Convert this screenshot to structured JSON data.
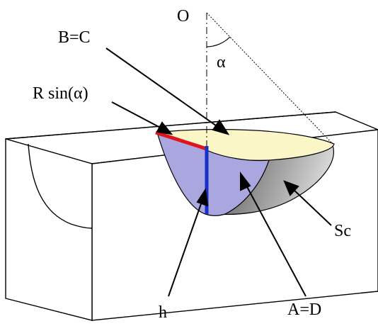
{
  "labels": {
    "origin": "O",
    "angle": "α",
    "point_bc": "B=C",
    "radius_term": "R sin(α)",
    "height": "h",
    "point_ad": "A=D",
    "surface": "Sc"
  },
  "colors": {
    "outline": "#000000",
    "top_face": "#fbf6c7",
    "section_face": "#a9a6e0",
    "curved_surface_dark": "#6b6b6b",
    "curved_surface_light": "#d4d4d4",
    "radius_line": "#e0141b",
    "height_line": "#1730c8",
    "background": "#ffffff"
  }
}
